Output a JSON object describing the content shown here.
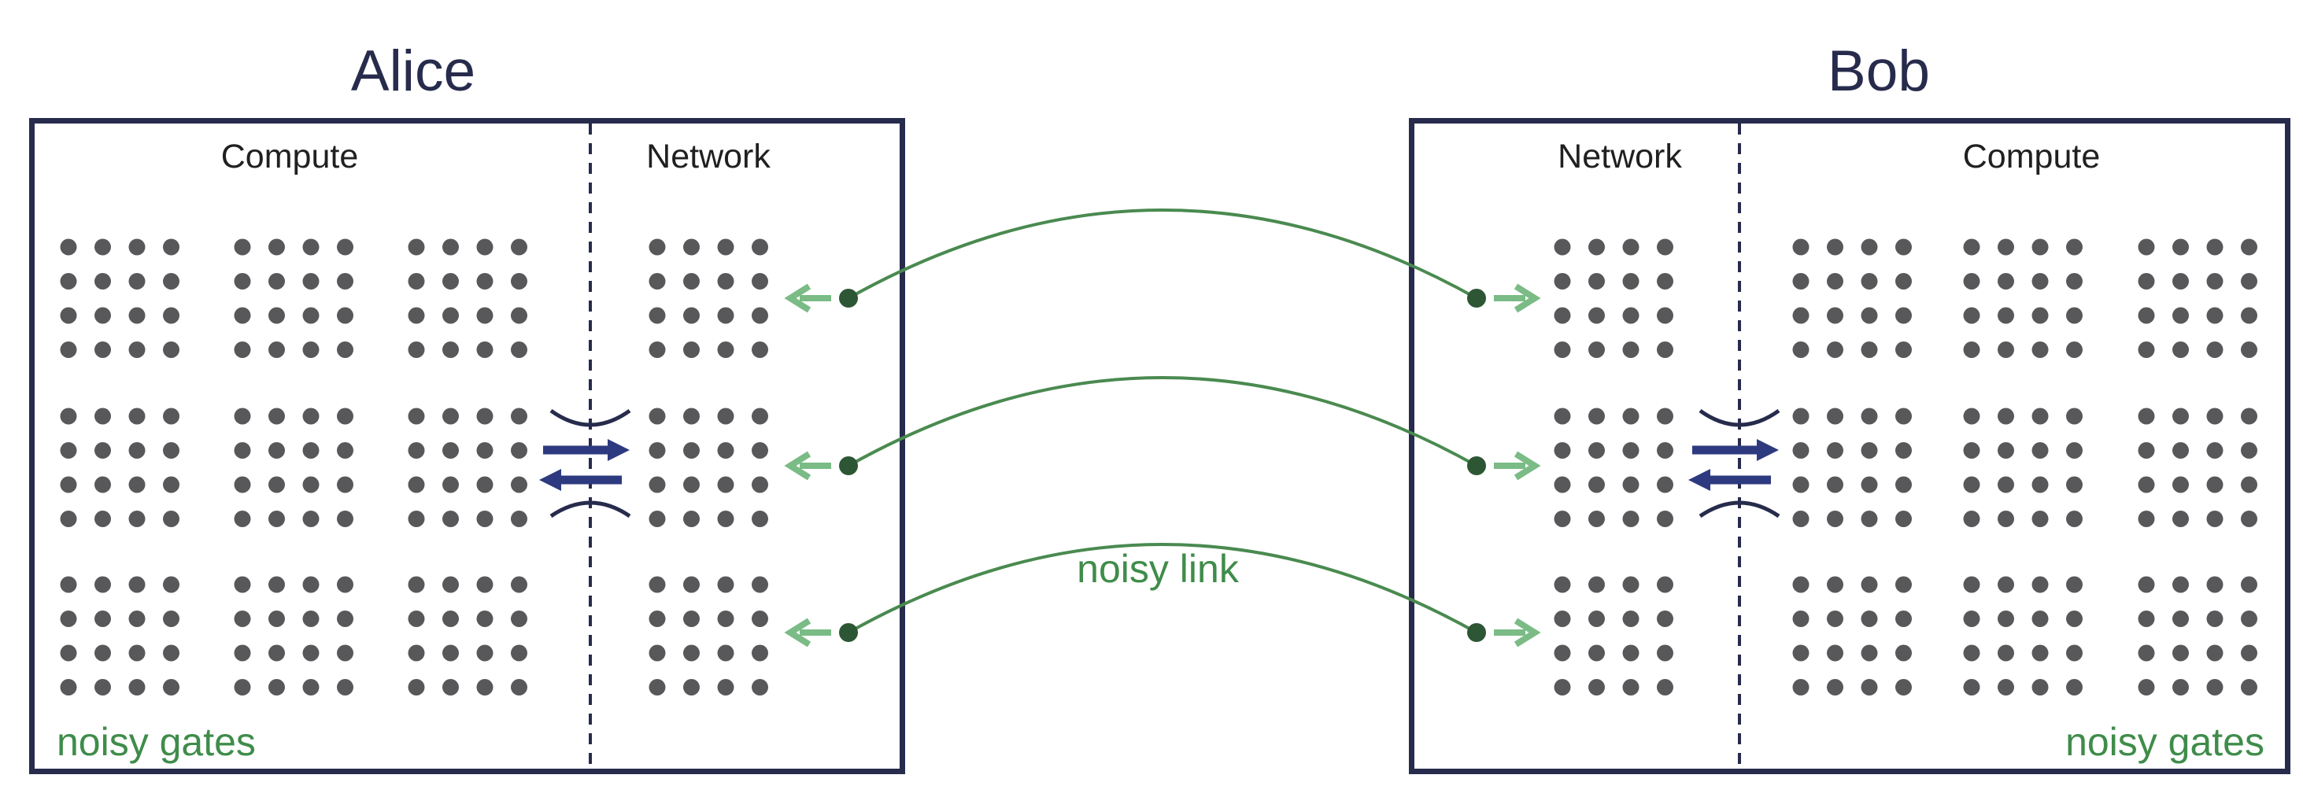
{
  "alice": {
    "title": "Alice",
    "sections": [
      {
        "label": "Compute",
        "qubit_grids": 9,
        "qubits_per_grid": 16
      },
      {
        "label": "Network",
        "qubit_grids": 3,
        "qubits_per_grid": 16
      }
    ],
    "noisy_gates_label": "noisy gates"
  },
  "bob": {
    "title": "Bob",
    "sections": [
      {
        "label": "Network",
        "qubit_grids": 3,
        "qubits_per_grid": 16
      },
      {
        "label": "Compute",
        "qubit_grids": 9,
        "qubits_per_grid": 16
      }
    ],
    "noisy_gates_label": "noisy gates"
  },
  "links": {
    "label": "noisy link",
    "count": 3
  },
  "icons": {
    "qubit-dot": "●",
    "link-node-dot": "●",
    "alice-receive-arrow": "←",
    "bob-receive-arrow": "→",
    "transfer-right-arrow": "→",
    "transfer-left-arrow": "←",
    "cavity-mirror-top": "︶",
    "cavity-mirror-bottom": "︵"
  },
  "palette": {
    "background": "#ffffff",
    "navy": "#272b4c",
    "arrow_blue": "#2e3a7f",
    "qubit_gray": "#58585a",
    "link_green": "#4a8a50",
    "node_dark_green": "#2d5635",
    "node_arrow_green": "#7abb86",
    "green_text": "#3f8c4a",
    "section_label": "#202020"
  }
}
